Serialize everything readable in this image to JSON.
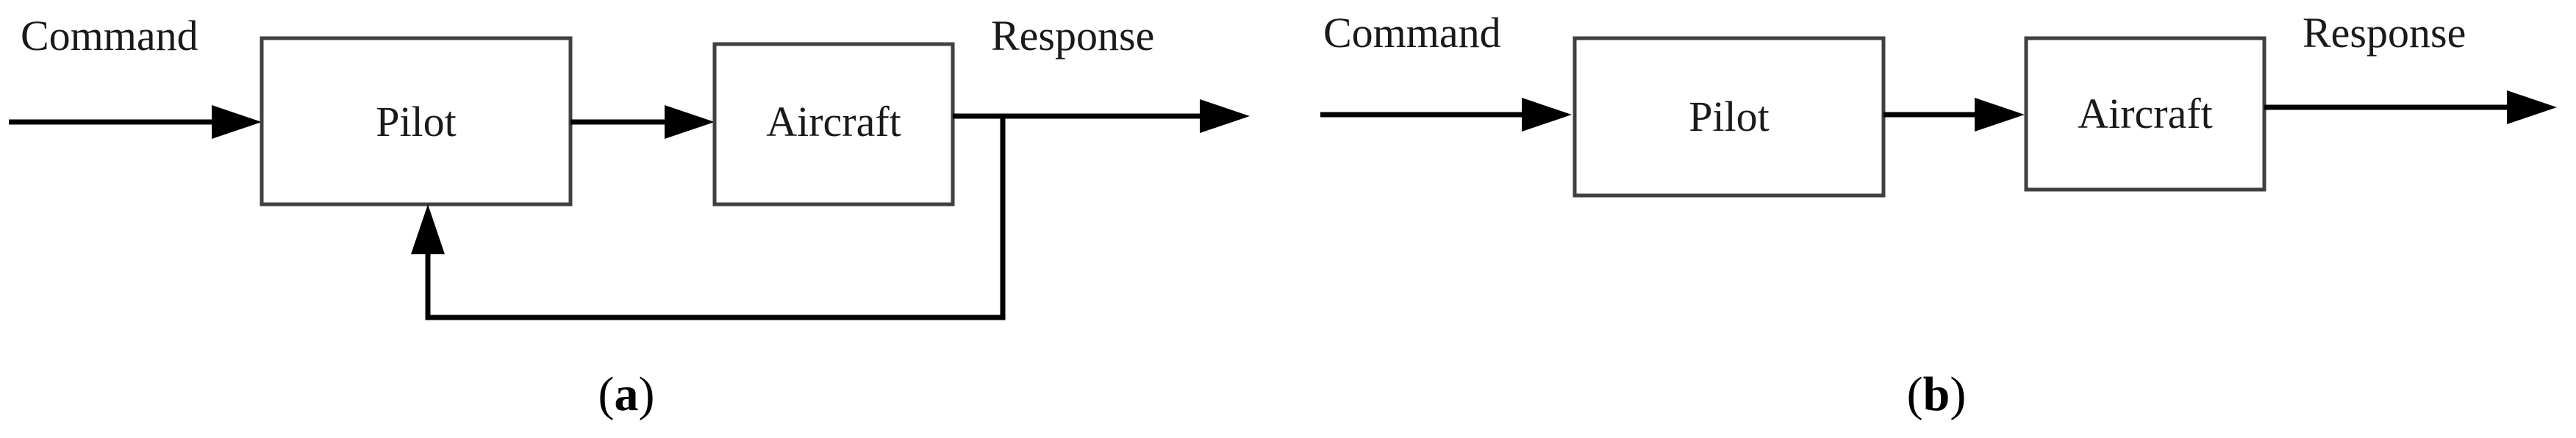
{
  "panels": [
    {
      "caption_open": "(",
      "caption_letter": "a",
      "caption_close": ")",
      "input_label": "Command",
      "output_label": "Response",
      "blocks": [
        "Pilot",
        "Aircraft"
      ],
      "feedback": true
    },
    {
      "caption_open": "(",
      "caption_letter": "b",
      "caption_close": ")",
      "input_label": "Command",
      "output_label": "Response",
      "blocks": [
        "Pilot",
        "Aircraft"
      ],
      "feedback": false
    }
  ],
  "colors": {
    "box_stroke": "#404040",
    "line": "#000000",
    "text": "#1a1a1a"
  }
}
